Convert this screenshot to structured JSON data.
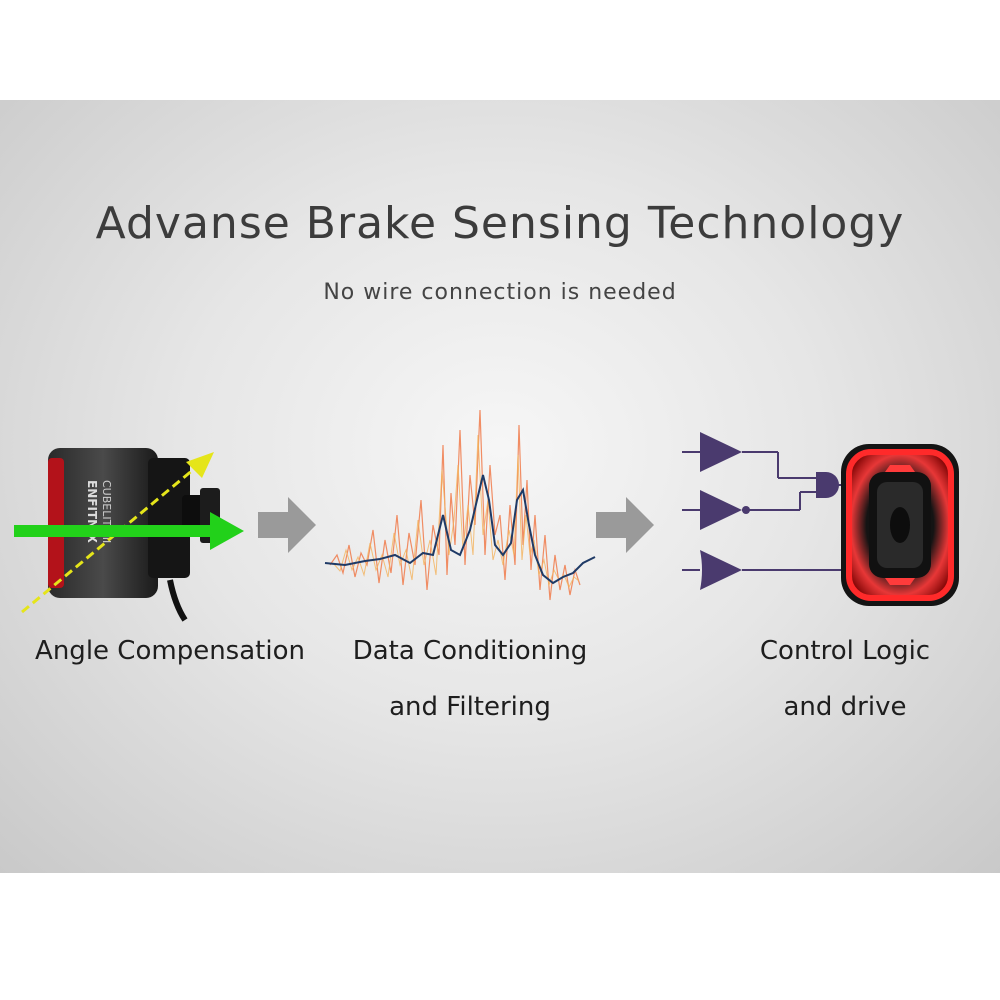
{
  "header": {
    "title": "Advanse Brake Sensing Technology",
    "subtitle": "No wire connection is needed"
  },
  "steps": [
    {
      "label_line1": "Angle Compensation",
      "label_line2": ""
    },
    {
      "label_line1": "Data Conditioning",
      "label_line2": "and Filtering"
    },
    {
      "label_line1": "Control Logic",
      "label_line2": "and drive"
    }
  ],
  "device": {
    "brand_text": "ENFITNIX",
    "model_text": "CUBELITE II"
  },
  "colors": {
    "horizontal_arrow": "#22d11a",
    "diagonal_arrow": "#e5e51a",
    "flow_arrow": "#9a9a9a",
    "logic_gate": "#4a3a6e",
    "raw_signal": "#f07a4a",
    "filtered_signal": "#1f3a66",
    "tail_light": "#e8222a"
  }
}
